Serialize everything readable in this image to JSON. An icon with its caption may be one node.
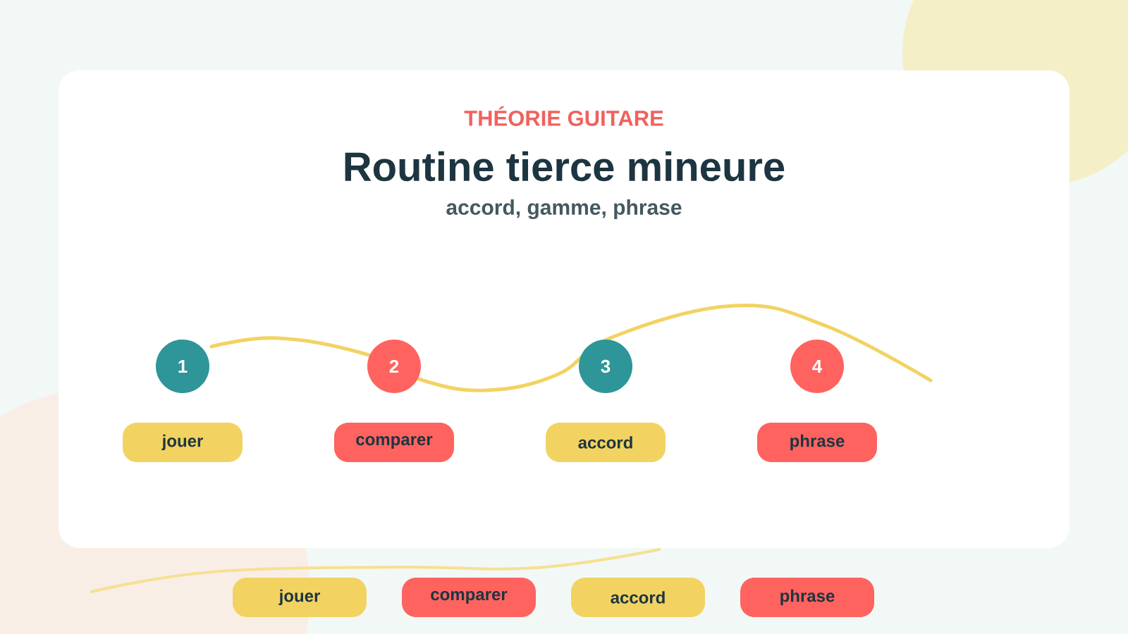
{
  "diagram": {
    "title": "Routine tierce mineure",
    "nodes": [
      {
        "text": [
          "1"
        ]
      },
      {
        "text": [
          "2"
        ]
      },
      {
        "text": [
          "3"
        ]
      },
      {
        "text": [
          "4"
        ]
      },
      {
        "text": [
          "jouer"
        ]
      },
      {
        "text": [
          "comparer"
        ]
      },
      {
        "text": [
          "accord"
        ]
      },
      {
        "text": [
          "phrase"
        ]
      },
      {
        "text": [
          "jouer"
        ]
      },
      {
        "text": [
          "comparer"
        ]
      },
      {
        "text": [
          "accord"
        ]
      },
      {
        "text": [
          "phrase"
        ]
      }
    ],
    "labels": [
      "THÉORIE GUITARE",
      "accord, gamme, phrase"
    ]
  }
}
